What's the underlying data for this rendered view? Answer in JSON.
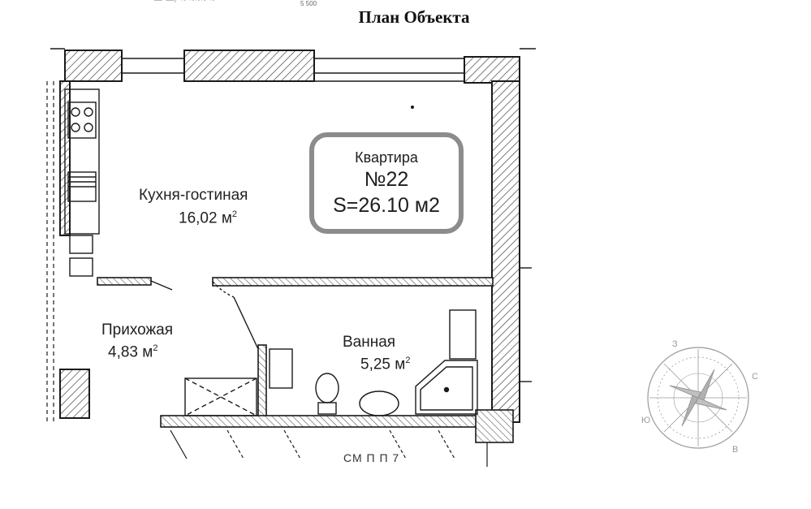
{
  "header": {
    "title": "План Объекта",
    "scrap_text": "— —/ ~ ~~~ ~",
    "scale_text": "5 500"
  },
  "apartment": {
    "label": "Квартира",
    "number": "№22",
    "area": "S=26.10 м2"
  },
  "rooms": [
    {
      "name": "Кухня-гостиная",
      "area": "16,02 м",
      "unit_power": "2"
    },
    {
      "name": "Прихожая",
      "area": "4,83 м",
      "unit_power": "2"
    },
    {
      "name": "Ванная",
      "area": "5,25 м",
      "unit_power": "2"
    }
  ],
  "sheet_code": "СМ П П 7",
  "compass": {
    "labels": {
      "north": "С",
      "south": "Ю",
      "west": "З",
      "east": "В"
    }
  },
  "colors": {
    "ink": "#1a1a1a",
    "apt_border": "#8c8c8c",
    "compass": "#9a9a9a"
  }
}
